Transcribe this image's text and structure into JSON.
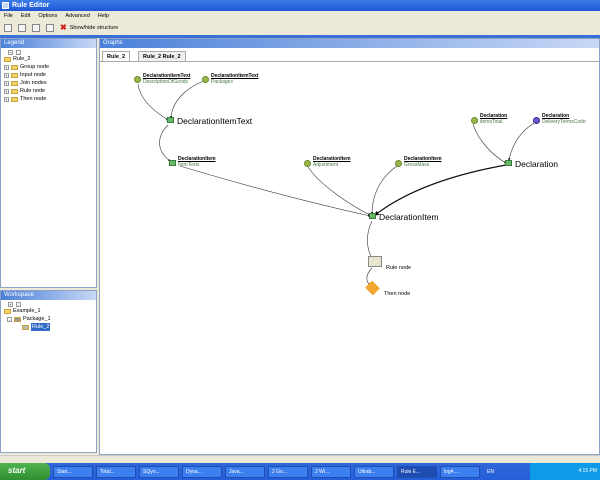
{
  "window": {
    "title": "Rule Editor"
  },
  "menu": [
    "File",
    "Edit",
    "Options",
    "Advanced",
    "Help"
  ],
  "toolbar": {
    "show_hide_label": "Show/hide structure"
  },
  "legend": {
    "title": "Legend",
    "root": "Rule_2",
    "items": [
      "Group node",
      "Input node",
      "Join nodes",
      "Rule node",
      "Then node"
    ]
  },
  "workspace": {
    "title": "Workspace",
    "root": "Example_1",
    "package": "Package_1",
    "rule": "Rule_2"
  },
  "graph": {
    "title": "Graphs",
    "tabs": [
      "Rule_2",
      "Rule_2 Rule_2"
    ],
    "inputs": [
      {
        "entity": "DeclarationItemText",
        "field": "DescriptionOfGoods"
      },
      {
        "entity": "DeclarationItemText",
        "field": "Packages"
      },
      {
        "entity": "DeclarationItem",
        "field": "ItemTexts"
      },
      {
        "entity": "DeclarationItem",
        "field": "Adjustment"
      },
      {
        "entity": "DeclarationItem",
        "field": "GrossMass"
      },
      {
        "entity": "Declaration",
        "field": "itemsTotal"
      },
      {
        "entity": "Declaration",
        "field": "DeliveryTermsCode"
      }
    ],
    "joins": [
      "DeclarationItemText",
      "DeclarationItem",
      "Declaration"
    ],
    "rule_node": "Rule node",
    "then_node": "Then node"
  },
  "taskbar": {
    "start": "start",
    "tasks": [
      "Start...",
      "Total...",
      "SQyo...",
      "Dyna...",
      "Java...",
      "2 Go...",
      "3 Wi...",
      "Ultrab...",
      "Rule E...",
      "log4...."
    ],
    "lang": "EN",
    "clock": "4:15 PM"
  }
}
